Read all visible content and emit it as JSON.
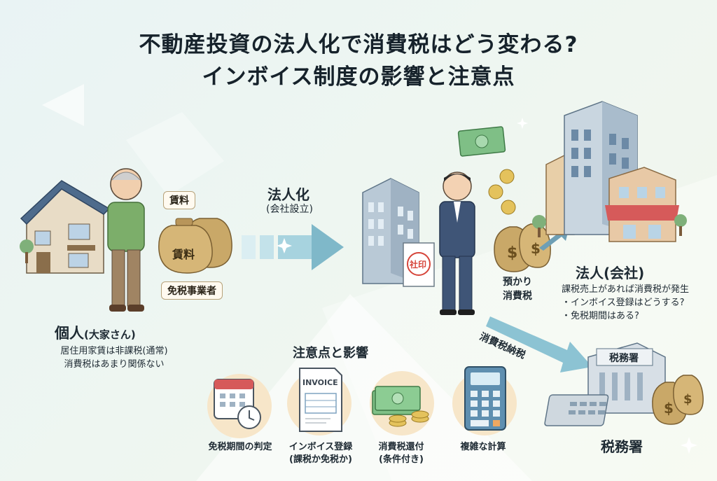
{
  "title": {
    "line1": "不動産投資の法人化で消費税はどう変わる?",
    "line2": "インボイス制度の影響と注意点"
  },
  "individual": {
    "heading": "個人",
    "heading_sub": "(大家さん)",
    "note1": "居住用家賃は非課税(通常)",
    "note2": "消費税はあまり関係ない",
    "tag_rent": "賃料",
    "bag_text": "賃料",
    "tag_exempt": "免税事業者"
  },
  "transition": {
    "label": "法人化",
    "sub": "(会社設立)"
  },
  "corporation": {
    "stamp": "社印",
    "heading": "法人(会社)",
    "note1": "課税売上があれば消費税が発生",
    "note2": "・インボイス登録はどうする?",
    "note3": "・免税期間はある?",
    "prepaid1": "預かり",
    "prepaid2": "消費税",
    "taxpay": "消費税納税"
  },
  "tax_office": {
    "sign": "税務署",
    "label": "税務署"
  },
  "points": {
    "title": "注意点と影響",
    "items": [
      {
        "label": "免税期間の判定",
        "sub": "",
        "icon": "calendar-clock-icon"
      },
      {
        "label": "インボイス登録",
        "sub": "(課税か免税か)",
        "icon": "invoice-icon",
        "doc_text": "INVOICE"
      },
      {
        "label": "消費税還付",
        "sub": "(条件付き)",
        "icon": "money-coins-icon"
      },
      {
        "label": "複雑な計算",
        "sub": "",
        "icon": "calculator-icon"
      }
    ]
  },
  "colors": {
    "arrow": "#7fb8c9",
    "bag": "#c9a868",
    "building": "#8fa6b8",
    "stamp": "#d6453a",
    "money": "#6fb07a"
  }
}
